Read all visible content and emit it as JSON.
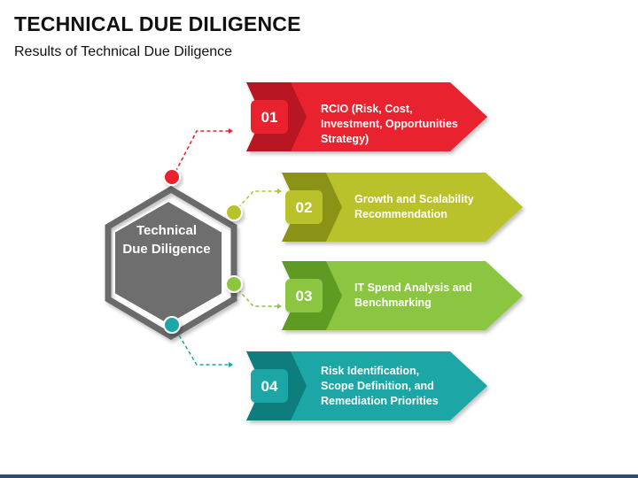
{
  "header": {
    "title": "TECHNICAL DUE DILIGENCE",
    "subtitle": "Results of Technical Due Diligence"
  },
  "center": {
    "label": "Technical Due Diligence"
  },
  "items": [
    {
      "number": "01",
      "text": "RCIO (Risk, Cost, Investment, Opportunities Strategy)",
      "color": "#e8212f",
      "dark": "#b81822",
      "dot": "#e8212f"
    },
    {
      "number": "02",
      "text": "Growth and Scalability Recommendation",
      "color": "#b9c22a",
      "dark": "#8b9319",
      "dot": "#b9c22a"
    },
    {
      "number": "03",
      "text": "IT Spend Analysis and Benchmarking",
      "color": "#8cc63f",
      "dark": "#5e9a24",
      "dot": "#8cc63f"
    },
    {
      "number": "04",
      "text": "Risk Identification, Scope Definition, and Remediation Priorities",
      "color": "#1aa6a6",
      "dark": "#0f7d7d",
      "dot": "#1aa6a6"
    }
  ]
}
